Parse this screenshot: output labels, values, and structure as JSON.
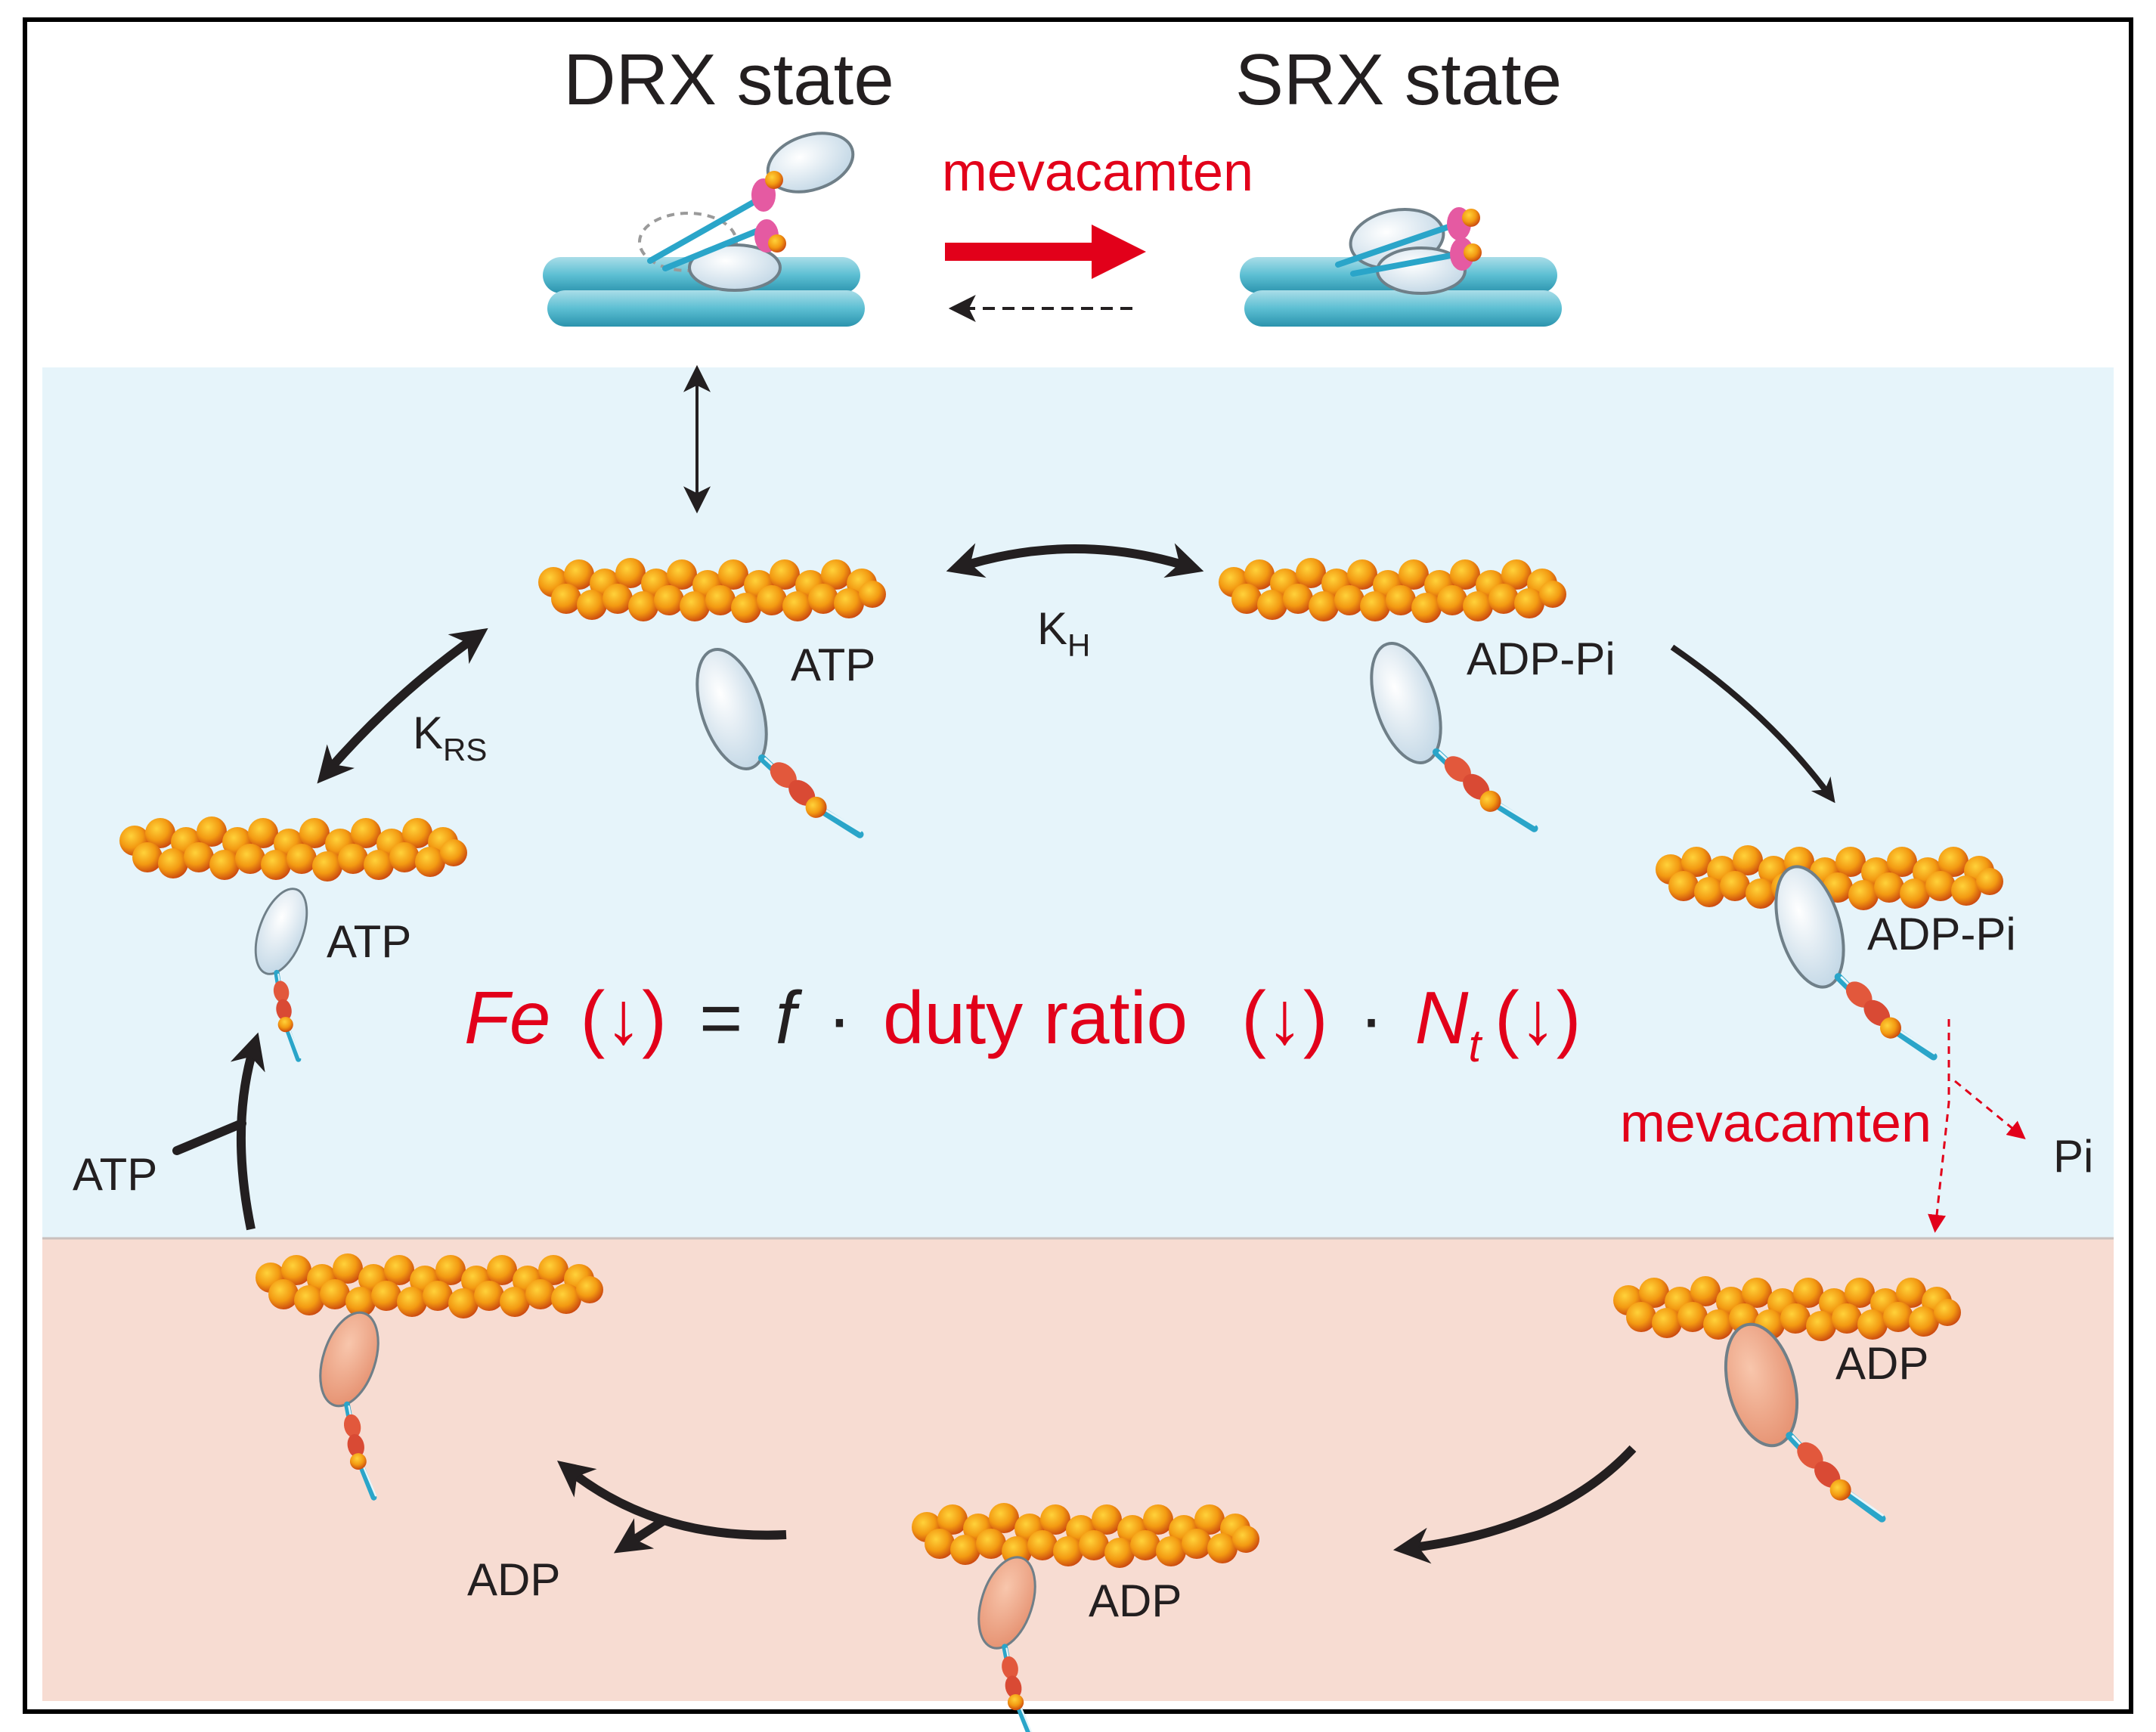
{
  "top": {
    "drx_title": "DRX state",
    "srx_title": "SRX state",
    "drug_label": "mevacamten"
  },
  "cycle": {
    "state_top_left_nuc": "ATP",
    "state_top_right_nuc": "ADP-Pi",
    "state_left_nuc": "ATP",
    "state_right_bound_nuc": "ADP-Pi",
    "state_bottom_right_nuc": "ADP",
    "state_bottom_nuc": "ADP",
    "kh_main": "K",
    "kh_sub": "H",
    "krs_main": "K",
    "krs_sub": "RS",
    "atp_entry": "ATP",
    "adp_release": "ADP",
    "pi_release": "Pi",
    "drug_label": "mevacamten"
  },
  "equation": {
    "fe": "Fe",
    "down": "(↓)",
    "equals": "=",
    "f": "f",
    "dot": "·",
    "duty": "duty ratio",
    "n": "N",
    "n_sub": "t"
  },
  "colors": {
    "blue_region": "#e6f4fa",
    "pink_region": "#f7dcd2",
    "red": "#e2001a",
    "arrow_dark": "#231f20"
  }
}
